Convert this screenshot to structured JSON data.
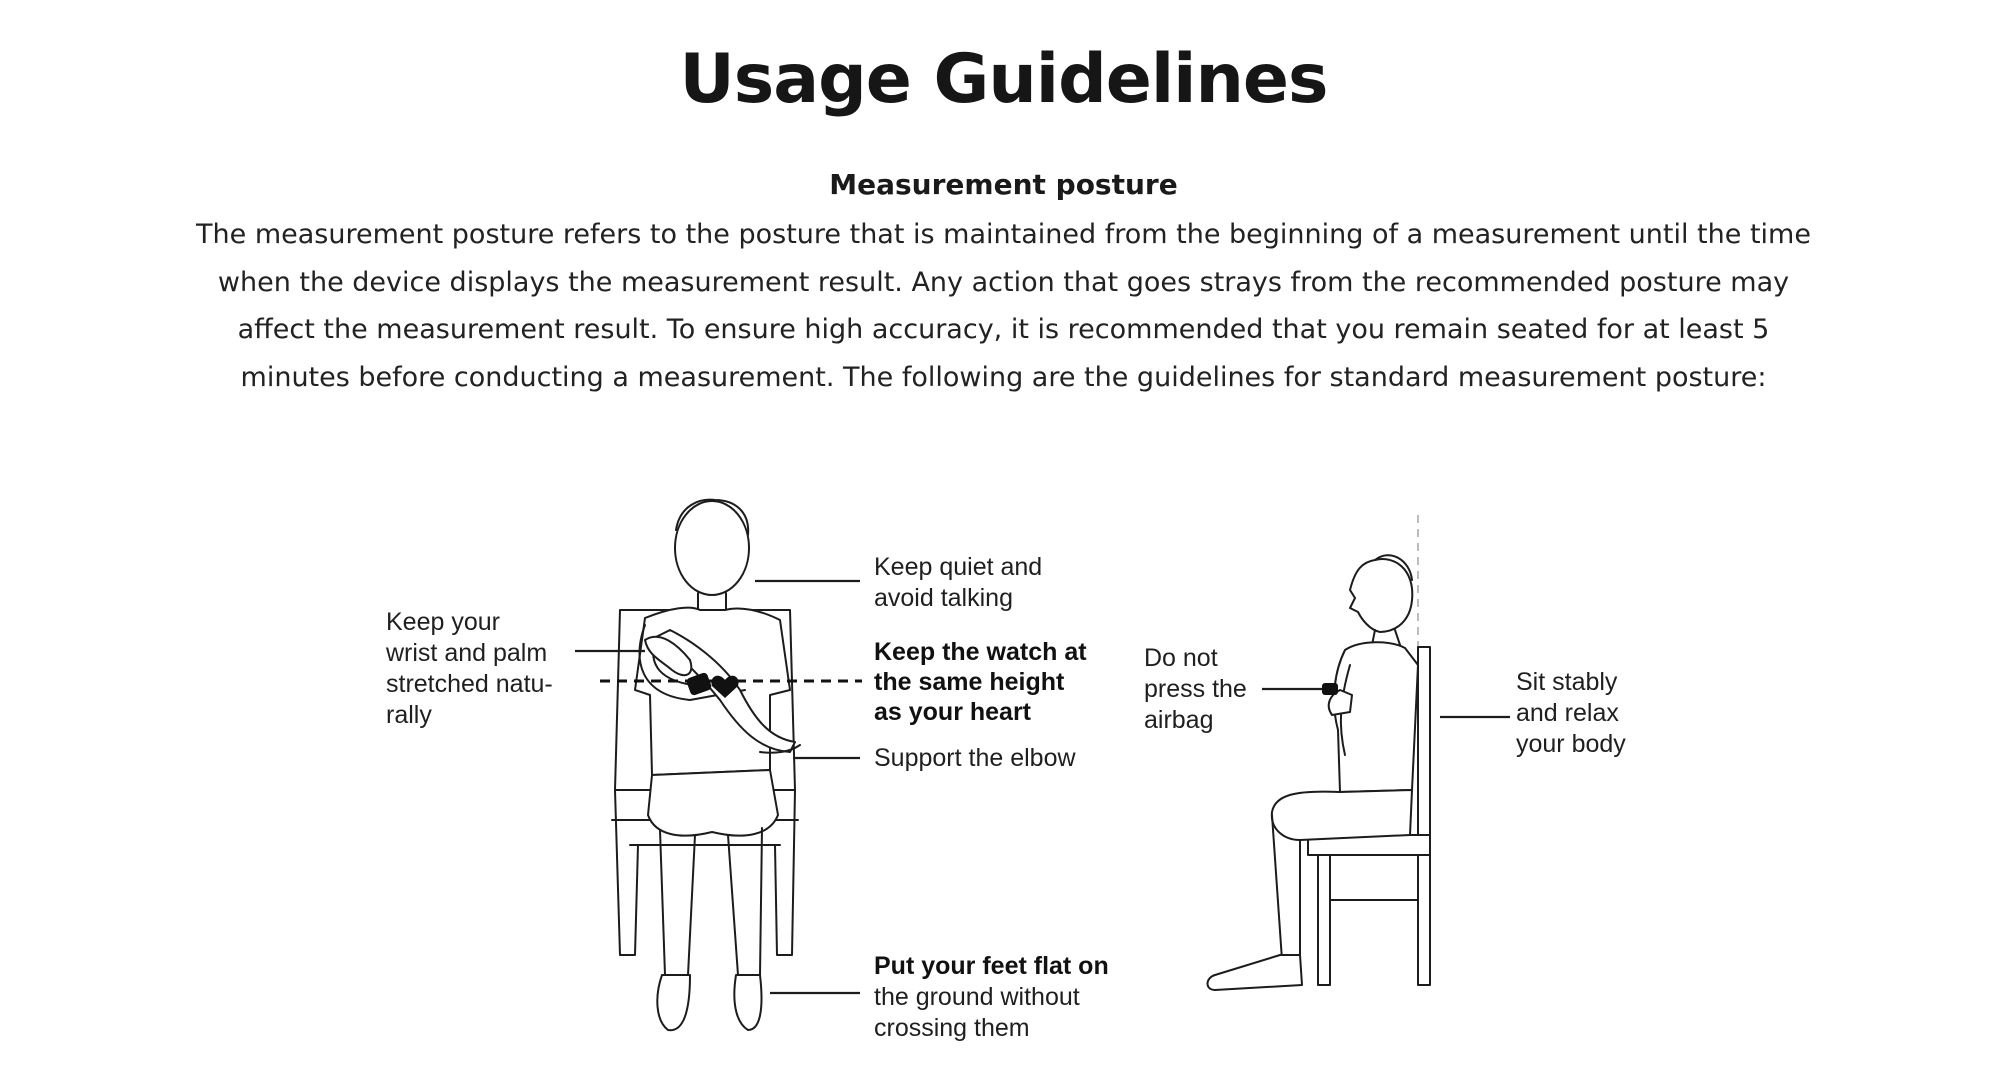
{
  "page": {
    "title": "Usage Guidelines",
    "section_heading": "Measurement posture",
    "intro": "The measurement posture refers to the posture that is maintained from the beginning of a measurement until the time when the device displays the measurement result. Any action that goes strays from the recommended posture may affect the measurement result. To ensure high accuracy, it is recommended that you remain seated for at least 5 minutes before conducting a measurement. The following are the guidelines for standard measurement posture:"
  },
  "figure": {
    "front_view": {
      "wrist_label": [
        "Keep your",
        "wrist and palm",
        "stretched natu-",
        "rally"
      ],
      "quiet_label": [
        "Keep quiet and",
        "avoid talking"
      ],
      "height_label": [
        "Keep the watch at",
        "the same height",
        "as your heart"
      ],
      "elbow_label": [
        "Support the elbow"
      ],
      "feet_label": [
        "Put your feet flat on",
        "the ground without",
        "crossing them"
      ]
    },
    "side_view": {
      "airbag_label": [
        "Do not",
        "press the",
        "airbag"
      ],
      "sit_label": [
        "Sit stably",
        "and relax",
        "your body"
      ]
    }
  }
}
